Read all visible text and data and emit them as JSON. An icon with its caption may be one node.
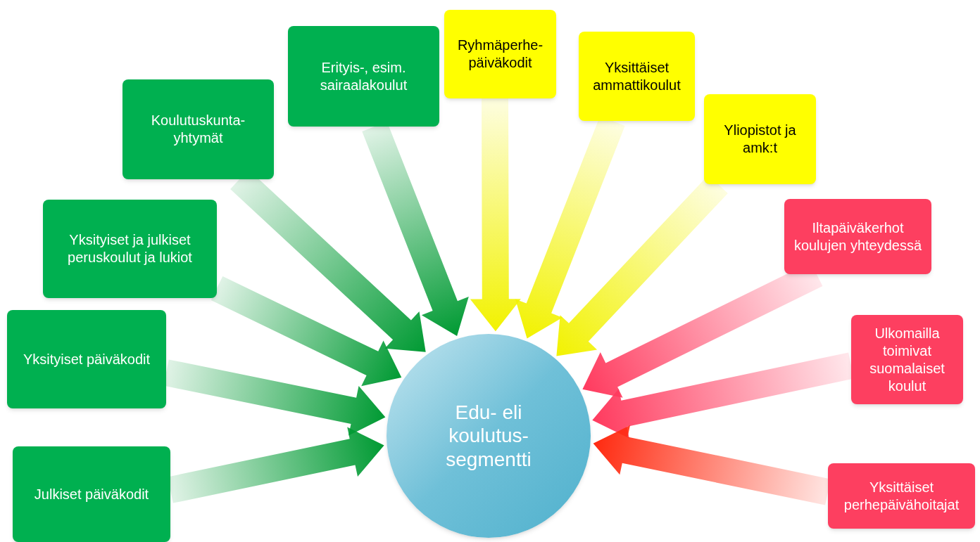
{
  "diagram": {
    "nodes": [
      {
        "text": [
          "Julkiset päiväkodit"
        ]
      },
      {
        "text": [
          "Yksityiset päiväkodit"
        ]
      },
      {
        "text": [
          "Yksityiset ja julkiset peruskoulut ja lukiot"
        ]
      },
      {
        "text": [
          "Koulutuskunta- yhtymät"
        ]
      },
      {
        "text": [
          "Erityis-, esim. sairaalakoulut"
        ]
      },
      {
        "text": [
          "Ryhmäperhe- päiväkodit"
        ]
      },
      {
        "text": [
          "Yksittäiset ammattikoulut"
        ]
      },
      {
        "text": [
          "Yliopistot ja amk:t"
        ]
      },
      {
        "text": [
          "Iltapäiväkerhot koulujen yhteydessä"
        ]
      },
      {
        "text": [
          "Ulkomailla toimivat suomalaiset koulut"
        ]
      },
      {
        "text": [
          "Yksittäiset perhepäivähoitajat"
        ]
      },
      {
        "text": [
          "Edu- eli koulutus- segmentti"
        ]
      }
    ],
    "edges": [
      {
        "from": 0,
        "to": 11,
        "arrow": "to"
      },
      {
        "from": 1,
        "to": 11,
        "arrow": "to"
      },
      {
        "from": 2,
        "to": 11,
        "arrow": "to"
      },
      {
        "from": 3,
        "to": 11,
        "arrow": "to"
      },
      {
        "from": 4,
        "to": 11,
        "arrow": "to"
      },
      {
        "from": 5,
        "to": 11,
        "arrow": "to",
        "color": "#f2f200"
      },
      {
        "from": 6,
        "to": 11,
        "arrow": "to",
        "color": "#f2f200"
      },
      {
        "from": 7,
        "to": 11,
        "arrow": "to",
        "color": "#f2f200"
      },
      {
        "from": 8,
        "to": 11,
        "arrow": "to",
        "color": "#ff3a5e"
      },
      {
        "from": 9,
        "to": 11,
        "arrow": "to",
        "color": "#ff3a5e"
      },
      {
        "from": 10,
        "to": 11,
        "arrow": "to",
        "color": "#ff2a10"
      }
    ]
  }
}
